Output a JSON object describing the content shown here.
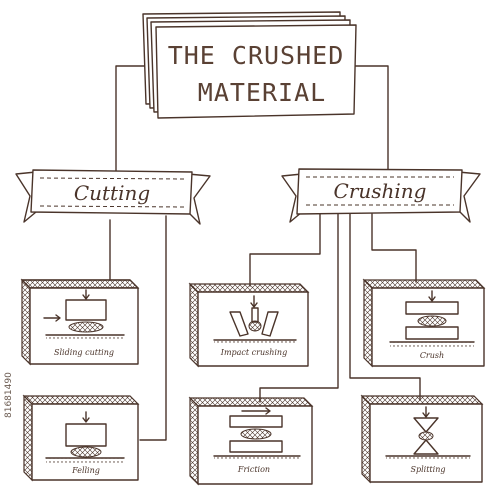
{
  "title": {
    "line1": "THE CRUSHED",
    "line2": "MATERIAL"
  },
  "branches": {
    "left": {
      "label": "Cutting"
    },
    "right": {
      "label": "Crushing"
    }
  },
  "boxes": {
    "sliding_cutting": {
      "caption": "Sliding cutting"
    },
    "felling": {
      "caption": "Felling"
    },
    "impact_crushing": {
      "caption": "Impact crushing"
    },
    "crush": {
      "caption": "Crush"
    },
    "friction": {
      "caption": "Friction"
    },
    "splitting": {
      "caption": "Splitting"
    }
  },
  "watermark": {
    "id_text": "81681490"
  },
  "colors": {
    "ink": "#4a342a",
    "background": "#ffffff"
  }
}
